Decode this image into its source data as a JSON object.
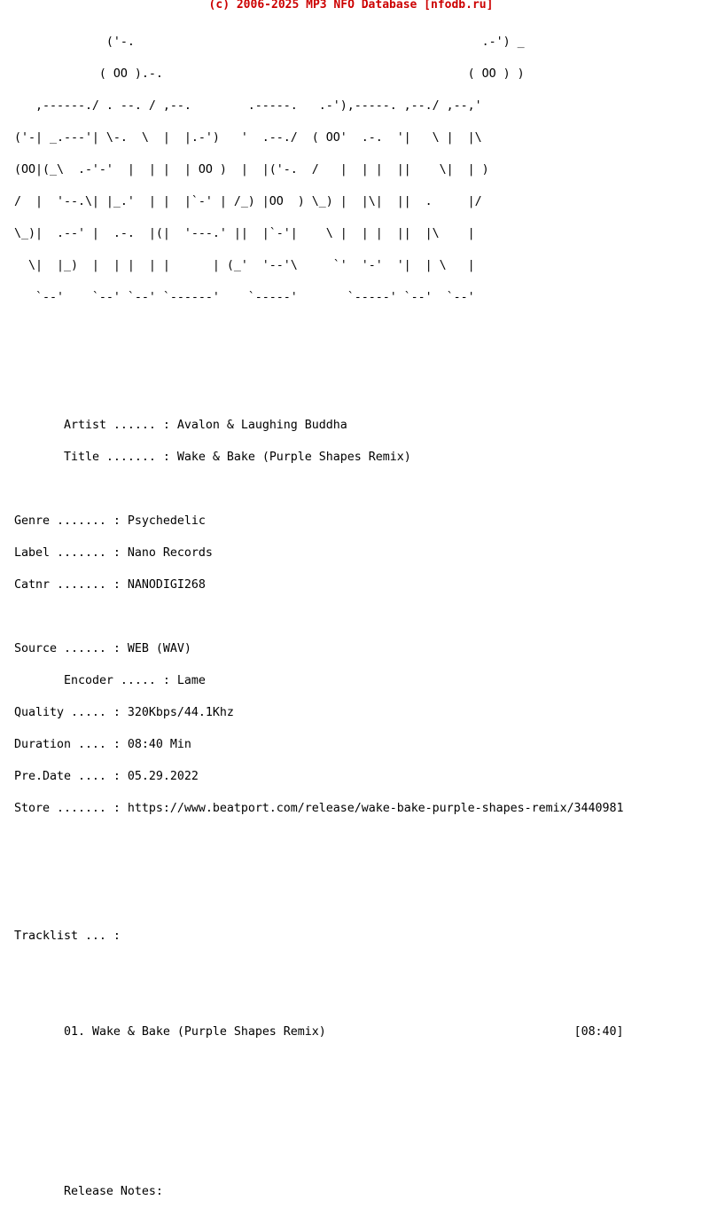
{
  "header": {
    "copyright": "(c) 2006-2025 MP3 NFO Database [nfodb.ru]"
  },
  "logo": {
    "lines": [
      "             ('-.                                                 .-') _",
      "            ( OO ).-.                                           ( OO ) )",
      "   ,------./ . --. / ,--.        .-----.   .-'),-----. ,--./ ,--,'",
      "('-| _.---'| \\-.  \\  |  |.-')   '  .--./  ( OO'  .-.  '|   \\ |  |\\",
      "(OO|(_\\  .-'-'  |  | |  | OO )  |  |('-.  /   |  | |  ||    \\|  | )",
      "/  |  '--.\\| |_.'  | |  |`-' | /_) |OO  ) \\_) |  |\\|  ||  .     |/",
      "\\_)|  .--' |  .-.  |(|  '---.' ||  |`-'|    \\ |  | |  ||  |\\    |",
      "  \\|  |_)  |  | |  | |      | (_'  '--'\\     `'  '-'  '|  | \\   |",
      "   `--'    `--' `--' `------'    `-----'       `-----' `--'  `--'"
    ]
  },
  "release": {
    "artist_label": "Artist ...... :",
    "artist": "Avalon & Laughing Buddha",
    "title_label": "Title ....... :",
    "title": "Wake & Bake (Purple Shapes Remix)",
    "genre_label": "Genre ....... :",
    "genre": "Psychedelic",
    "label_label": "Label ....... :",
    "label": "Nano Records",
    "catnr_label": "Catnr ....... :",
    "catnr": "NANODIGI268",
    "source_label": "Source ...... :",
    "source": "WEB (WAV)",
    "encoder_label": "Encoder ..... :",
    "encoder": "Lame",
    "quality_label": "Quality ..... :",
    "quality": "320Kbps/44.1Khz",
    "duration_label": "Duration .... :",
    "duration": "08:40 Min",
    "predate_label": "Pre.Date .... :",
    "predate": "05.29.2022",
    "store_label": "Store ....... :",
    "store": "https://www.beatport.com/release/wake-bake-purple-shapes-remix/3440981"
  },
  "tracklist": {
    "heading": "Tracklist ... :",
    "tracks": [
      {
        "number": "01.",
        "title": "Wake & Bake (Purple Shapes Remix)",
        "length": "[08:40]"
      }
    ]
  },
  "notes": {
    "heading": "Release Notes:"
  }
}
